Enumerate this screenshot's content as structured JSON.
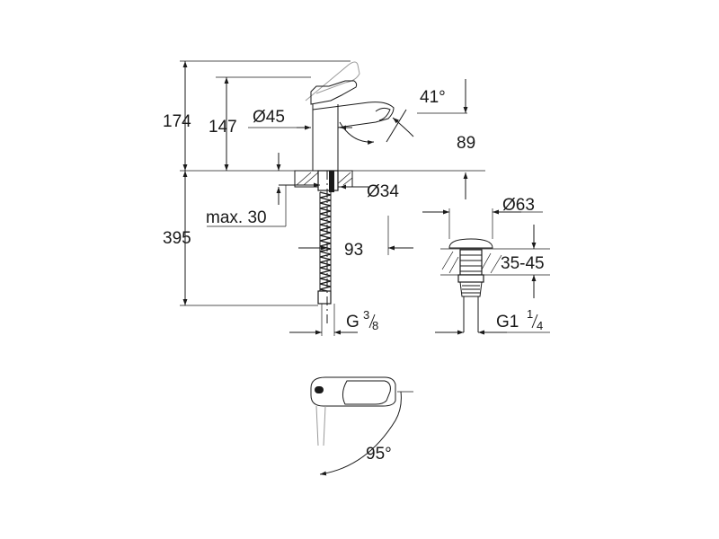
{
  "dimensions": {
    "total_height": "174",
    "spout_height": "147",
    "body_diameter": "Ø45",
    "lever_angle": "41°",
    "spout_reach": "89",
    "hole_diameter": "Ø34",
    "max_thickness": "max. 30",
    "total_length": "395",
    "hose_offset": "93",
    "hose_thread": "G",
    "hose_thread_num": "3",
    "hose_thread_den": "8",
    "waste_diameter": "Ø63",
    "waste_range": "35-45",
    "waste_thread": "G1",
    "waste_thread_num": "1",
    "waste_thread_den": "4",
    "swivel_angle": "95°"
  }
}
